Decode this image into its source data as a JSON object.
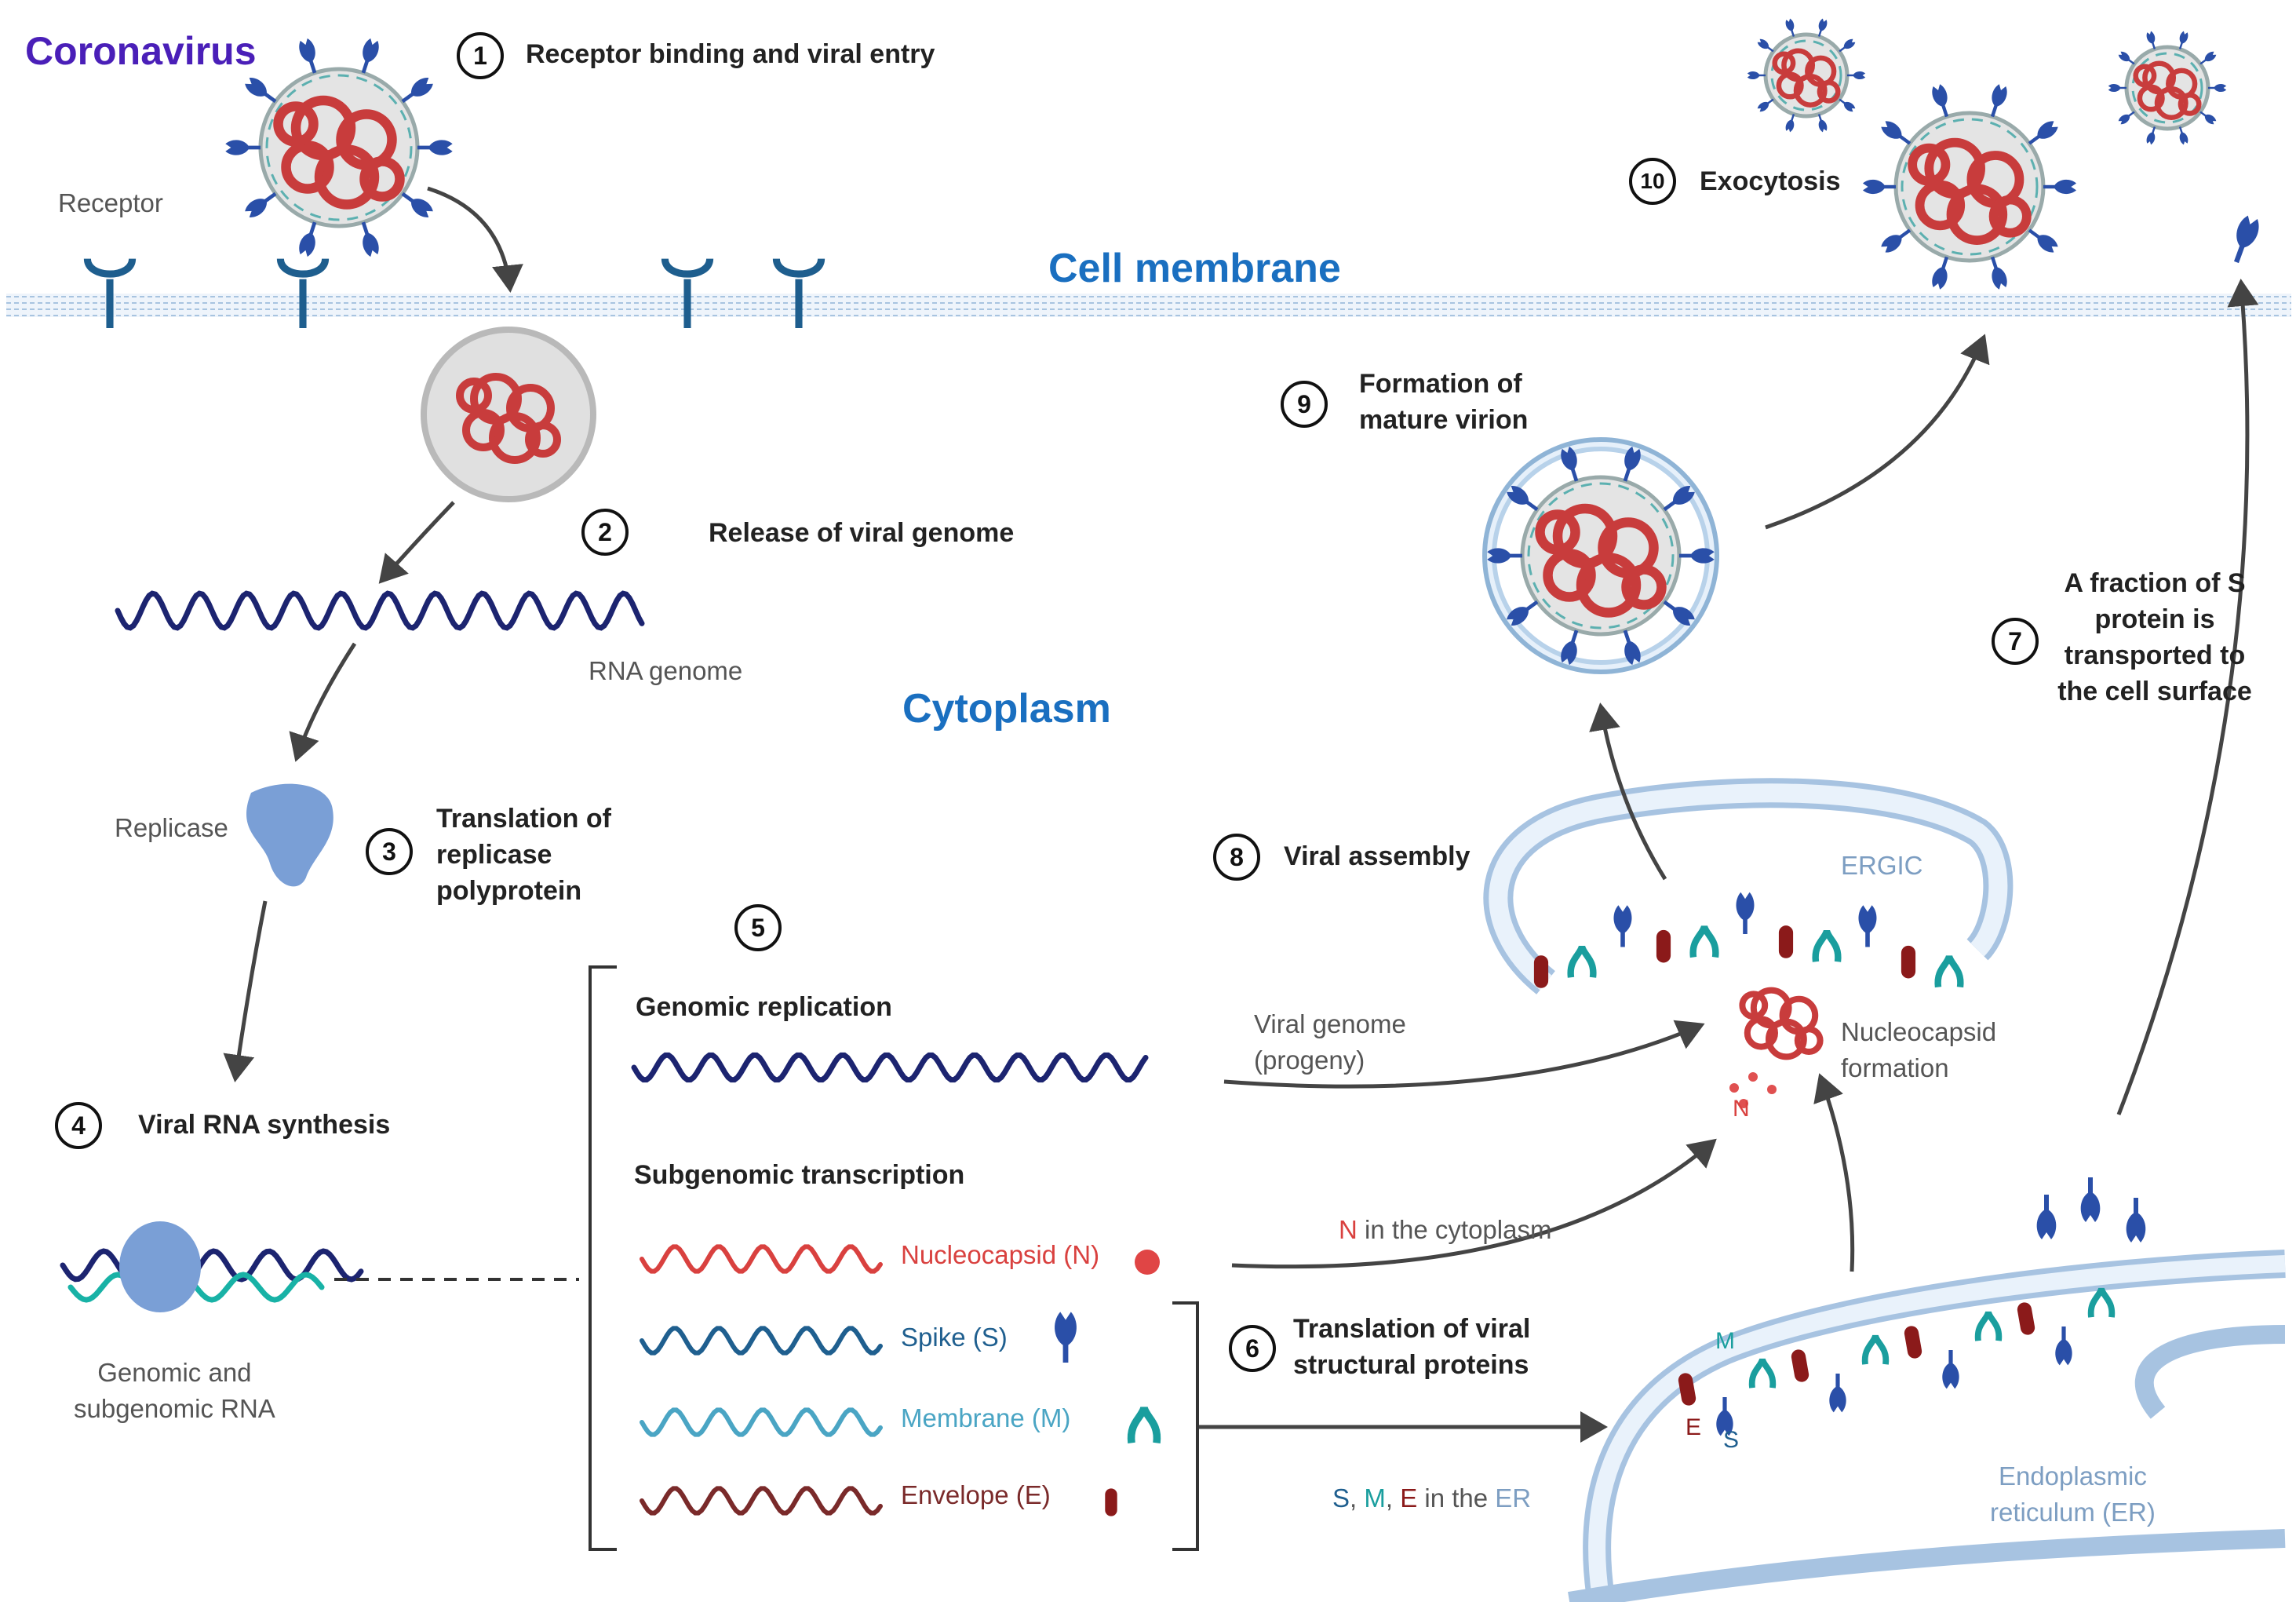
{
  "title": "Coronavirus",
  "steps": [
    "1",
    "2",
    "3",
    "4",
    "5",
    "6",
    "7",
    "8",
    "9",
    "10"
  ],
  "captions": {
    "s1": "Receptor binding and viral entry",
    "s2": "Release of viral genome",
    "s3": "Translation of\nreplicase\npolyprotein",
    "s4": "Viral RNA synthesis",
    "s6": "Translation of viral\nstructural proteins",
    "s7": "A fraction of S\nprotein is\ntransported to\nthe cell surface",
    "s8": "Viral assembly",
    "s9": "Formation of\nmature virion",
    "s10": "Exocytosis"
  },
  "regions": {
    "membrane": "Cell membrane",
    "cytoplasm": "Cytoplasm"
  },
  "labels": {
    "receptor": "Receptor",
    "rna_genome": "RNA genome",
    "replicase": "Replicase",
    "genomic_subgenomic": "Genomic and\nsubgenomic RNA",
    "genomic_replication": "Genomic replication",
    "subgenomic_transcription": "Subgenomic transcription",
    "viral_genome_progeny": "Viral genome\n(progeny)",
    "nucleocapsid_formation": "Nucleocapsid\nformation",
    "n_marker": "N",
    "n_cyto_n": "N",
    "n_cyto_rest": " in the cytoplasm",
    "ergic": "ERGIC",
    "er": "Endoplasmic\nreticulum (ER)",
    "m_marker": "M",
    "e_marker": "E",
    "s_marker": "S",
    "er_s": "S",
    "er_sep1": ", ",
    "er_m": "M",
    "er_sep2": ", ",
    "er_e": "E",
    "er_mid": " in the ",
    "er_er": "ER"
  },
  "proteins": [
    {
      "label": "Nucleocapsid (N)",
      "color": "#d9413f"
    },
    {
      "label": "Spike (S)",
      "color": "#1f5f8f"
    },
    {
      "label": "Membrane (M)",
      "color": "#4aa5c4"
    },
    {
      "label": "Envelope (E)",
      "color": "#7a2a2a"
    }
  ],
  "colors": {
    "title": "#4a1fb8",
    "region": "#1a6fc0",
    "spike": "#2a4fa8",
    "membrane_protein": "#1a9e9e",
    "envelope": "#8b1a1a",
    "nucleocapsid": "#c83c3c",
    "rna": "#1c2470",
    "er_label": "#7d9ec2"
  }
}
